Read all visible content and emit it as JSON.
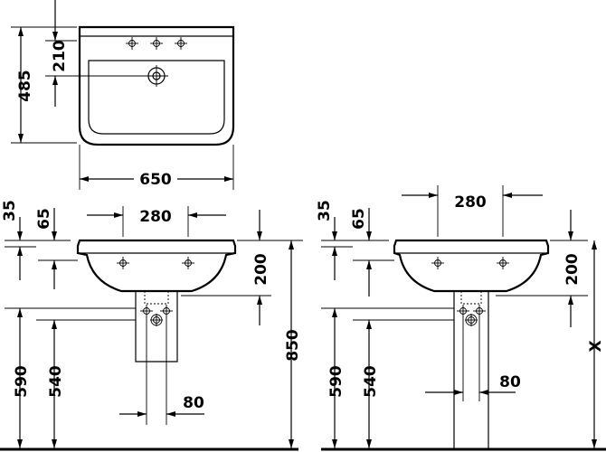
{
  "dimensions": {
    "top_depth_total": "485",
    "top_depth_tap": "210",
    "top_width": "650",
    "left_rim_35": "35",
    "left_rim_65": "65",
    "left_tap_spacing": "280",
    "left_basin_height": "200",
    "left_overall_height": "850",
    "left_590": "590",
    "left_540": "540",
    "left_waste_80": "80",
    "right_rim_35": "35",
    "right_rim_65": "65",
    "right_tap_spacing": "280",
    "right_basin_height": "200",
    "right_x": "X",
    "right_590": "590",
    "right_540": "540",
    "right_waste_80": "80"
  }
}
